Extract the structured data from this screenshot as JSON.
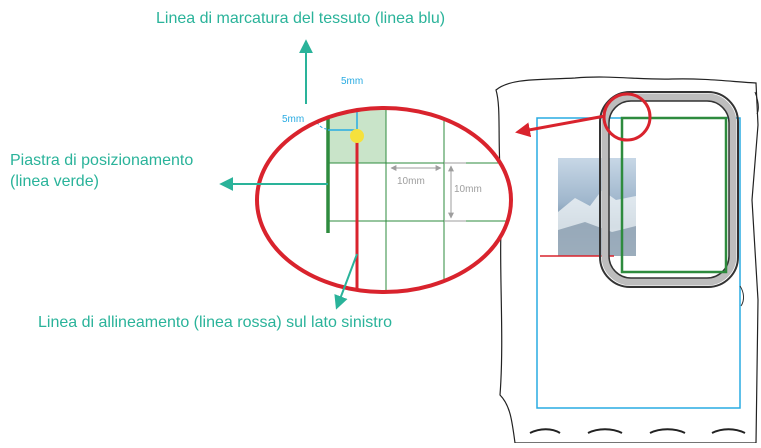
{
  "labels": {
    "blue_line": "Linea di marcatura del tessuto (linea blu)",
    "green_line_1": "Piastra di posizionamento",
    "green_line_2": "(linea verde)",
    "red_line": "Linea di allineamento (linea rossa) sul lato sinistro"
  },
  "dimensions": {
    "five_top": "5mm",
    "five_left": "5mm",
    "ten_h": "10mm",
    "ten_v": "10mm"
  },
  "colors": {
    "label_teal": "#2ab39a",
    "red": "#d9232d",
    "green": "#2e8b3e",
    "blue": "#29abe2",
    "dim_gray": "#9e9e9e",
    "dot_yellow": "#f5e13c"
  }
}
